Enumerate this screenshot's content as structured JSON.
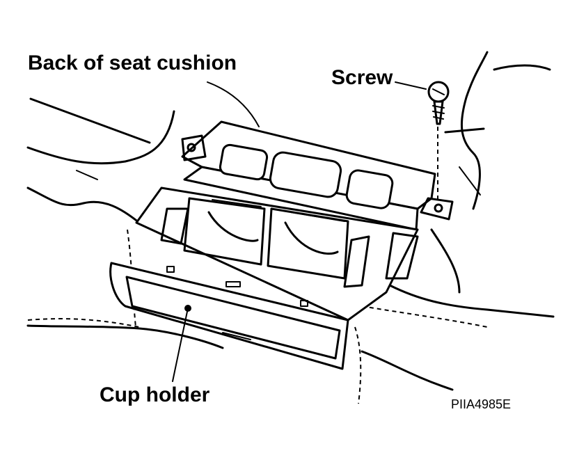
{
  "labels": {
    "back_of_seat_cushion": "Back of seat cushion",
    "screw": "Screw",
    "cup_holder": "Cup holder"
  },
  "figure_id": "PIIA4985E"
}
